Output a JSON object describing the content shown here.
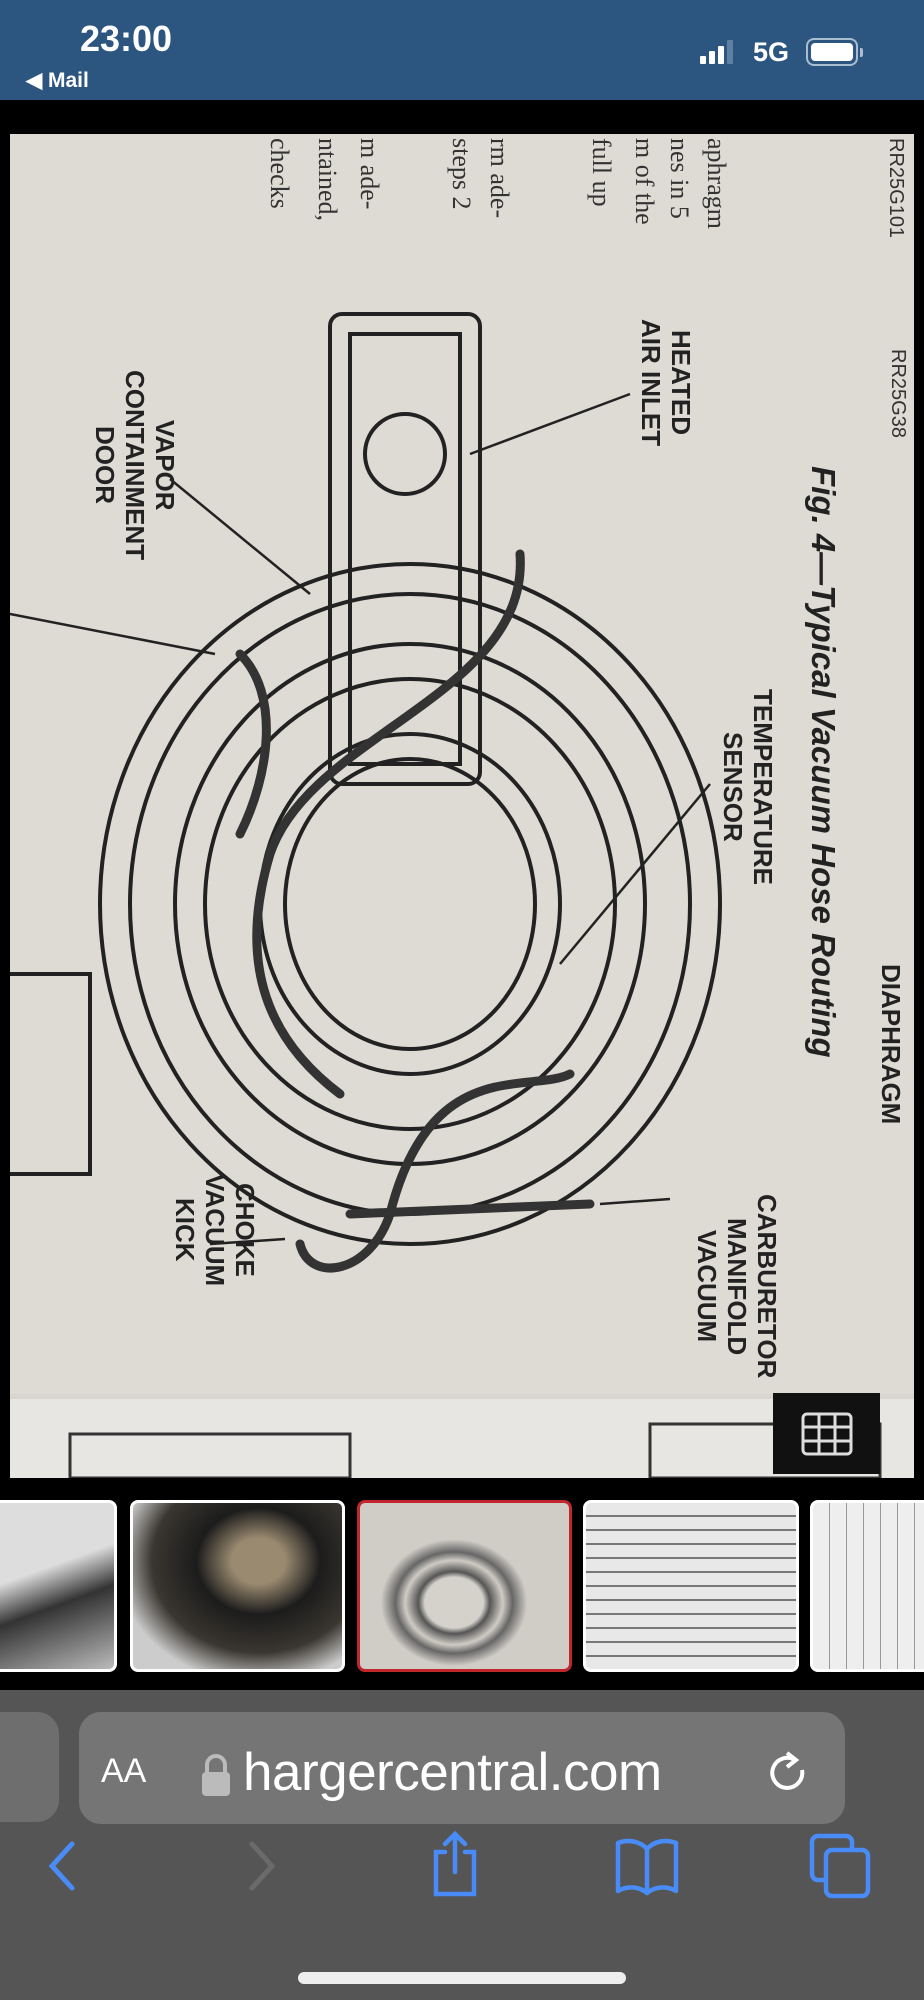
{
  "status_bar": {
    "time": "23:00",
    "back_label": "◀ Mail",
    "network": "5G",
    "signal_bars": 3,
    "battery_percent": 85
  },
  "photo": {
    "title": "Fig. 4—Typical Vacuum Hose Routing",
    "labels": [
      "HEATED\nAIR INLET",
      "VAPOR\nCONTAINMENT\nDOOR",
      "TEMPERATURE\nSENSOR",
      "CARBURETOR\nMANIFOLD\nVACUUM",
      "CHOKE\nVACUUM\nKICK",
      "DIAPHRAGM",
      "RR25G101",
      "RR25G38"
    ],
    "page_text": [
      "aphragm",
      "nes in 5",
      "m of the",
      "full up",
      "rm ade-",
      "steps 2",
      "m ade-",
      "ntained,",
      "checks"
    ]
  },
  "grid_button": {
    "icon": "grid-icon"
  },
  "thumbnails": [
    {
      "selected": false
    },
    {
      "selected": false
    },
    {
      "selected": true
    },
    {
      "selected": false
    },
    {
      "selected": false
    }
  ],
  "browser": {
    "aa_label": "AA",
    "url": "hargercentral.com",
    "icons": [
      "back-icon",
      "forward-icon",
      "share-icon",
      "bookmarks-icon",
      "tabs-icon"
    ]
  },
  "colors": {
    "status_bg": "#2c5680",
    "toolbar_bg": "#555555",
    "accent": "#4a8cf7",
    "selected_thumb": "#c0272d"
  }
}
